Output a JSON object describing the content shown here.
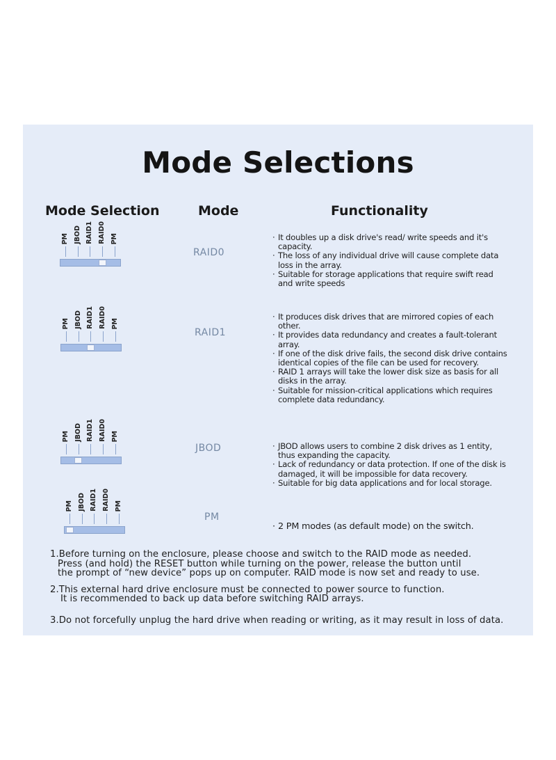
{
  "title": "Mode Selections",
  "headers": {
    "mode_selection": "Mode Selection",
    "mode": "Mode",
    "functionality": "Functionality"
  },
  "switch_labels": [
    "PM",
    "JBOD",
    "RAID1",
    "RAID0",
    "PM"
  ],
  "modes": [
    {
      "name": "RAID0",
      "selected_position": "RAID0",
      "functions": [
        "It doubles up a disk drive's read/ write speeds and it's capacity.",
        "The loss of any individual drive will cause complete data loss in the array.",
        "Suitable for storage applications that require swift read and write speeds"
      ]
    },
    {
      "name": "RAID1",
      "selected_position": "RAID1",
      "functions": [
        "It produces disk drives that are mirrored copies of each other.",
        "It provides data redundancy and creates a fault-tolerant array.",
        "If one of the disk drive fails, the second disk drive contains identical copies of the file can be used for recovery.",
        "RAID 1 arrays will take the lower disk size as basis for all disks in the array.",
        "Suitable for mission-critical applications which requires complete data redundancy."
      ]
    },
    {
      "name": "JBOD",
      "selected_position": "JBOD",
      "functions": [
        "JBOD allows users to combine 2 disk drives as 1 entity, thus expanding the capacity.",
        "Lack of redundancy or data protection. If one of the disk is damaged, it will be impossible for data recovery.",
        "Suitable for big data applications and for local storage."
      ]
    },
    {
      "name": "PM",
      "selected_position": "PM",
      "functions": [
        "2 PM modes (as default mode) on the switch."
      ]
    }
  ],
  "notes": [
    {
      "first": "1.Before turning on the enclosure, please choose and switch to the RAID mode as needed.",
      "rest": [
        "Press (and hold) the RESET button while turning on the power, release the button until",
        "the prompt of “new device” pops up on computer. RAID mode is now set and ready to use."
      ]
    },
    {
      "first": "2.This external hard drive enclosure must be connected to power source to function.",
      "rest": [
        "It is recommended to back up data before switching RAID arrays."
      ]
    },
    {
      "first": "3.Do not forcefully unplug the hard drive when reading or writing, as it may result in loss of data.",
      "rest": []
    }
  ],
  "colors": {
    "panel_bg": "#e5ecf8",
    "switch_bar": "#a5bde6",
    "mode_text": "#7488a3"
  }
}
